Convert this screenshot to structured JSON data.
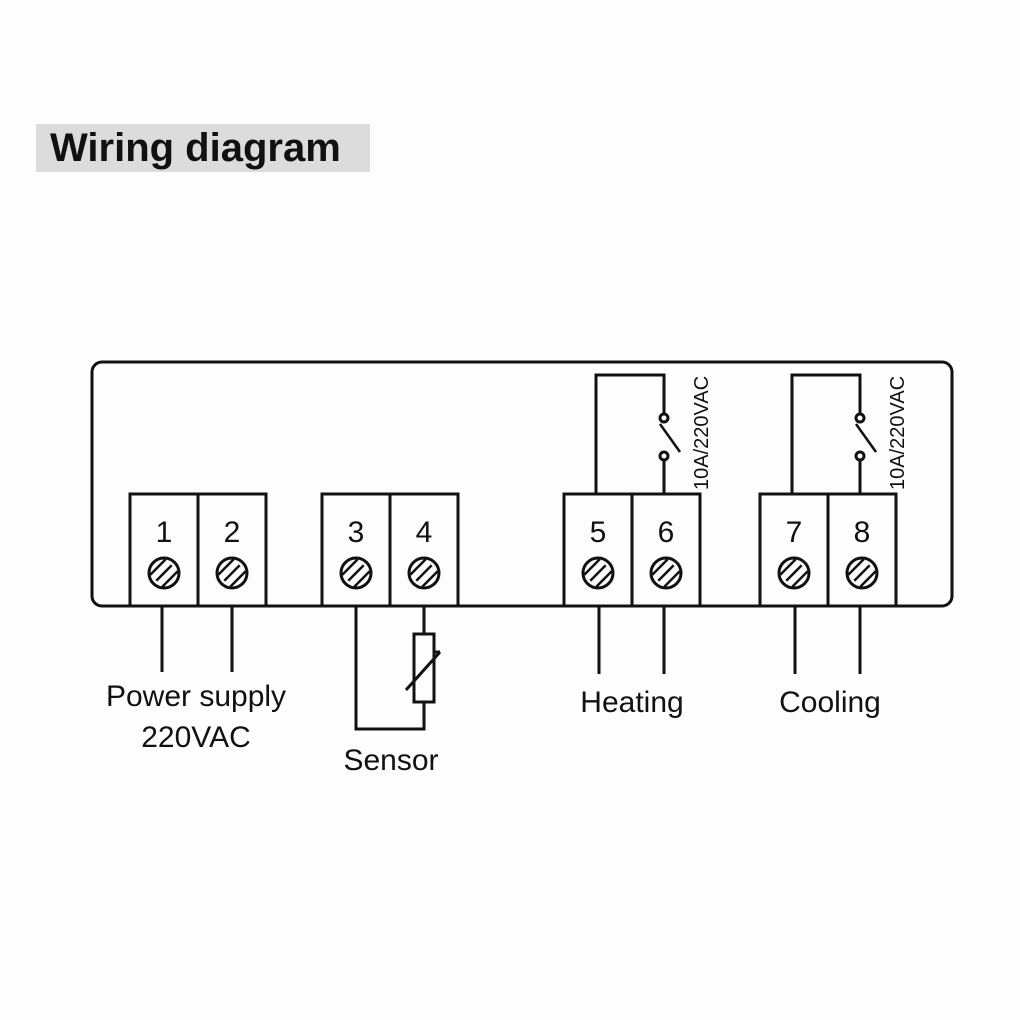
{
  "title": "Wiring diagram",
  "terminals": [
    "1",
    "2",
    "3",
    "4",
    "5",
    "6",
    "7",
    "8"
  ],
  "relay_rating": "10A/220VAC",
  "labels": {
    "power_line1": "Power supply",
    "power_line2": "220VAC",
    "sensor": "Sensor",
    "heating": "Heating",
    "cooling": "Cooling"
  },
  "colors": {
    "ink": "#111111",
    "title_bg": "#dcdcdc",
    "background": "#fdfdfd"
  }
}
